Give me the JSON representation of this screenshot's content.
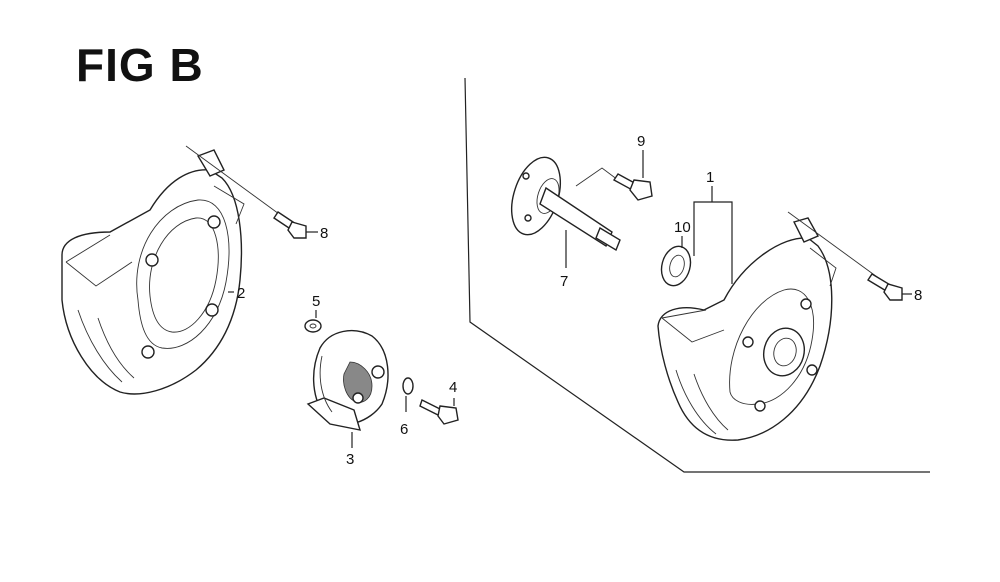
{
  "figure": {
    "title": "FIG B",
    "callouts": [
      {
        "id": "c8a",
        "label": "8"
      },
      {
        "id": "c2",
        "label": "2"
      },
      {
        "id": "c5",
        "label": "5"
      },
      {
        "id": "c4",
        "label": "4"
      },
      {
        "id": "c6",
        "label": "6"
      },
      {
        "id": "c3",
        "label": "3"
      },
      {
        "id": "c9",
        "label": "9"
      },
      {
        "id": "c1",
        "label": "1"
      },
      {
        "id": "c10",
        "label": "10"
      },
      {
        "id": "c7",
        "label": "7"
      },
      {
        "id": "c8b",
        "label": "8"
      }
    ]
  }
}
